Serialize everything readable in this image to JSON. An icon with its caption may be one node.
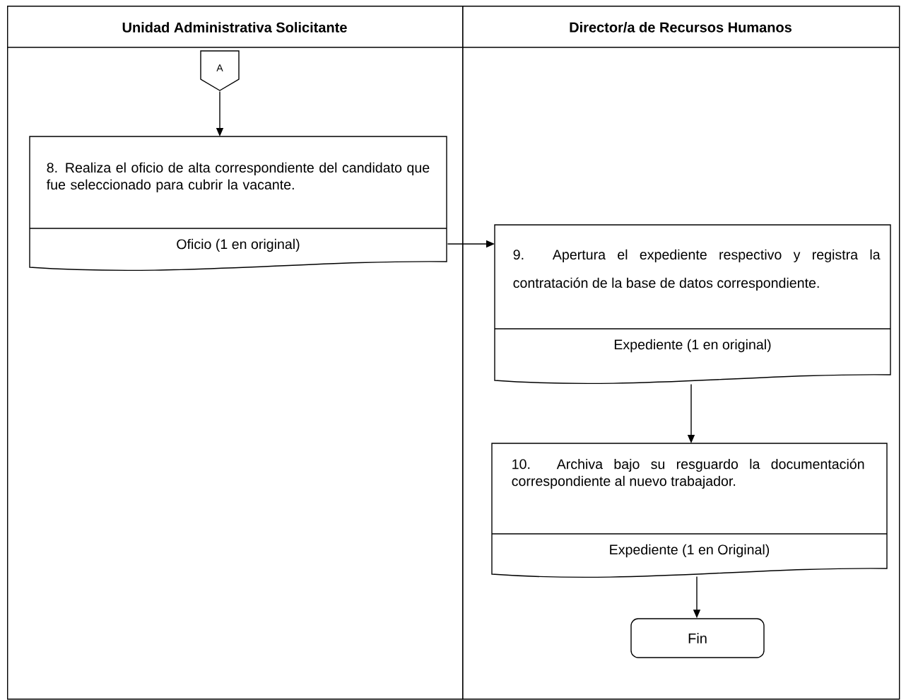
{
  "diagram": {
    "nodes": [
      {
        "text": [
          "Unidad Administrativa Solicitante"
        ]
      },
      {
        "text": [
          "Director/a de Recursos Humanos"
        ]
      },
      {
        "text": [
          "A"
        ],
        "in": 0
      },
      {
        "text": [
          "8. Realiza el oficio de alta correspondiente del candidato que fue seleccionado para cubrir la vacante.",
          "Oficio (1 en original)"
        ],
        "in": 0
      },
      {
        "text": [
          "9. Apertura el expediente respectivo y registra la contratación de la base de datos correspondiente.",
          "Expediente (1 en original)"
        ],
        "in": 1
      },
      {
        "text": [
          "10. Archiva bajo su resguardo la documentación correspondiente al nuevo trabajador.",
          "Expediente (1 en Original)"
        ],
        "in": 1
      },
      {
        "text": [
          "Fin"
        ],
        "in": 1
      }
    ],
    "edges": [
      {
        "from": 2,
        "to": 3,
        "arrow": "to"
      },
      {
        "from": 3,
        "to": 4,
        "arrow": "to"
      },
      {
        "from": 4,
        "to": 5,
        "arrow": "to"
      },
      {
        "from": 5,
        "to": 6,
        "arrow": "to"
      }
    ]
  }
}
